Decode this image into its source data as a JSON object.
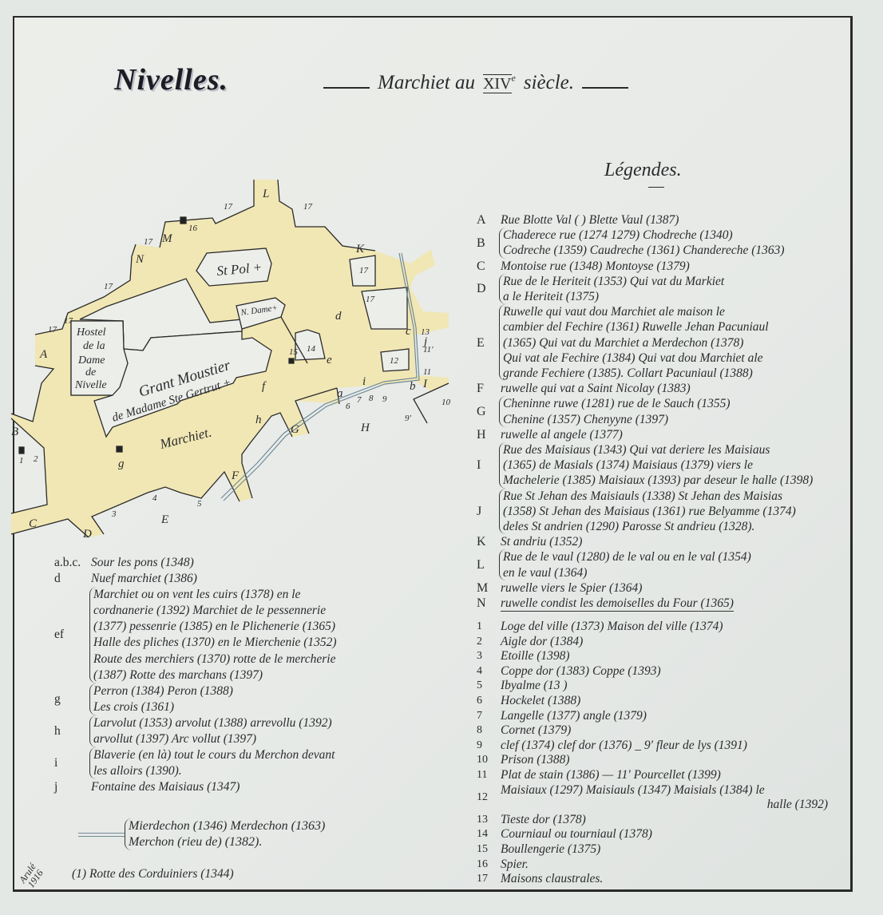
{
  "title": "Nivelles.",
  "subtitle": {
    "before": "Marchiet au",
    "roman": "XIV",
    "sup": "e",
    "after": "siècle."
  },
  "legend_heading": "Légendes.",
  "colors": {
    "street_fill": "#f1e7b4",
    "ink": "#2b2b2e",
    "stream": "#6f8a9a",
    "paper": "#e4e8e5"
  },
  "map": {
    "labels": {
      "hostel": [
        "Hostel",
        "de la",
        "Dame",
        "de",
        "Nivelle"
      ],
      "moustier": [
        "Grant Moustier",
        "de Madame Ste Gertrut +"
      ],
      "st_pol": "St Pol +",
      "notre_dame": "N. Dame+",
      "marchiet": "Marchiet.",
      "letters": [
        "A",
        "B",
        "C",
        "D",
        "E",
        "F",
        "G",
        "H",
        "I",
        "K",
        "L",
        "M",
        "N"
      ],
      "lower": [
        "a",
        "b",
        "c",
        "d",
        "e",
        "f",
        "g",
        "h",
        "i",
        "j"
      ],
      "numbers": [
        "1",
        "2",
        "3",
        "4",
        "5",
        "6",
        "7",
        "8",
        "9",
        "9'",
        "10",
        "11",
        "11'",
        "12",
        "13",
        "14",
        "15",
        "16",
        "17"
      ]
    }
  },
  "street_legend": [
    {
      "key": "A",
      "lines": [
        "Rue Blotte Val (   ) Blette Vaul (1387)"
      ]
    },
    {
      "key": "B",
      "lines": [
        "Chaderece rue (1274 1279) Chodreche (1340)",
        "Codreche (1359) Caudreche (1361) Chandereche (1363)"
      ]
    },
    {
      "key": "C",
      "lines": [
        "Montoise rue (1348) Montoyse (1379)"
      ]
    },
    {
      "key": "D",
      "lines": [
        "Rue de le Heriteit (1353) Qui vat du Markiet",
        "a le Heriteit (1375)"
      ]
    },
    {
      "key": "E",
      "lines": [
        "Ruwelle qui vaut dou Marchiet ale maison le",
        "cambier del Fechire (1361) Ruwelle Jehan Pacuniaul",
        "(1365) Qui vat du Marchiet a Merdechon (1378)",
        "Qui vat ale Fechire (1384) Qui vat dou Marchiet ale",
        "grande Fechiere (1385). Collart Pacuniaul (1388)"
      ]
    },
    {
      "key": "F",
      "lines": [
        "ruwelle qui vat a Saint Nicolay (1383)"
      ]
    },
    {
      "key": "G",
      "lines": [
        "Cheninne ruwe (1281) rue de le Sauch (1355)",
        "Chenine (1357) Chenyyne (1397)"
      ]
    },
    {
      "key": "H",
      "lines": [
        "ruwelle al angele (1377)"
      ]
    },
    {
      "key": "I",
      "lines": [
        "Rue des Maisiaus (1343) Qui vat deriere les Maisiaus",
        "(1365) de Masials (1374) Maisiaus (1379) viers le",
        "Machelerie (1385) Maisiaux (1393) par deseur le halle (1398)"
      ]
    },
    {
      "key": "J",
      "lines": [
        "Rue St Jehan des Maisiauls (1338) St Jehan des Maisias",
        "(1358) St Jehan des Maisiaus (1361) rue Belyamme (1374)",
        "deles St andrien (1290) Parosse St andrieu (1328)."
      ]
    },
    {
      "key": "K",
      "lines": [
        "St andriu (1352)"
      ]
    },
    {
      "key": "L",
      "lines": [
        "Rue de le vaul (1280) de le val ou en le val (1354)",
        "en le vaul (1364)"
      ]
    },
    {
      "key": "M",
      "lines": [
        "ruwelle viers le Spier (1364)"
      ]
    },
    {
      "key": "N",
      "lines": [
        "ruwelle condist les demoiselles du Four (1365)"
      ]
    }
  ],
  "numbered_legend": [
    {
      "key": "1",
      "lines": [
        "Loge del ville (1373) Maison del ville (1374)"
      ]
    },
    {
      "key": "2",
      "lines": [
        "Aigle dor (1384)"
      ]
    },
    {
      "key": "3",
      "lines": [
        "Etoille (1398)"
      ]
    },
    {
      "key": "4",
      "lines": [
        "Coppe dor (1383) Coppe (1393)"
      ]
    },
    {
      "key": "5",
      "lines": [
        "Ibyalme (13    )"
      ]
    },
    {
      "key": "6",
      "lines": [
        "Hockelet (1388)"
      ]
    },
    {
      "key": "7",
      "lines": [
        "Langelle (1377) angle (1379)"
      ]
    },
    {
      "key": "8",
      "lines": [
        "Cornet (1379)"
      ]
    },
    {
      "key": "9",
      "lines": [
        "clef (1374) clef dor (1376) _ 9' fleur de lys (1391)"
      ]
    },
    {
      "key": "10",
      "lines": [
        "Prison (1388)"
      ]
    },
    {
      "key": "11",
      "lines": [
        "Plat de stain (1386) — 11' Pourcellet (1399)"
      ]
    },
    {
      "key": "12",
      "lines": [
        "Maisiaux (1297) Maisiauls (1347) Maisials (1384) le",
        "halle (1392)"
      ]
    },
    {
      "key": "13",
      "lines": [
        "Tieste dor (1378)"
      ]
    },
    {
      "key": "14",
      "lines": [
        "Courniaul ou tourniaul (1378)"
      ]
    },
    {
      "key": "15",
      "lines": [
        "Boullengerie (1375)"
      ]
    },
    {
      "key": "16",
      "lines": [
        "Spier."
      ]
    },
    {
      "key": "17",
      "lines": [
        "Maisons claustrales."
      ]
    }
  ],
  "lower_legend": [
    {
      "key": "a.b.c.",
      "lines": [
        "Sour les pons (1348)"
      ]
    },
    {
      "key": "d",
      "lines": [
        "Nuef marchiet (1386)"
      ]
    },
    {
      "key": "ef",
      "lines": [
        "Marchiet ou on vent les cuirs (1378) en le",
        "cordnanerie (1392) Marchiet de le pessennerie",
        "(1377) pessenrie (1385) en le Plichenerie (1365)",
        "Halle des pliches (1370) en le Mierchenie (1352)",
        "Route des merchiers (1370) rotte de le mercherie",
        "(1387) Rotte des marchans (1397)"
      ]
    },
    {
      "key": "g",
      "lines": [
        "Perron (1384) Peron (1388)",
        "Les crois (1361)"
      ]
    },
    {
      "key": "h",
      "lines": [
        "Larvolut (1353) arvolut (1388) arrevollu (1392)",
        "arvollut (1397) Arc vollut (1397)"
      ]
    },
    {
      "key": "i",
      "lines": [
        "Blaverie (en là) tout le cours du Merchon devant",
        "les alloirs (1390)."
      ]
    },
    {
      "key": "j",
      "lines": [
        "Fontaine des Maisiaus (1347)"
      ]
    }
  ],
  "stream_legend": {
    "lines": [
      "Mierdechon (1346) Merdechon (1363)",
      "Merchon (rieu de) (1382)."
    ]
  },
  "footnote": "(1) Rotte des Corduiniers (1344)",
  "signature": {
    "name": "Arulé",
    "year": "1916"
  }
}
